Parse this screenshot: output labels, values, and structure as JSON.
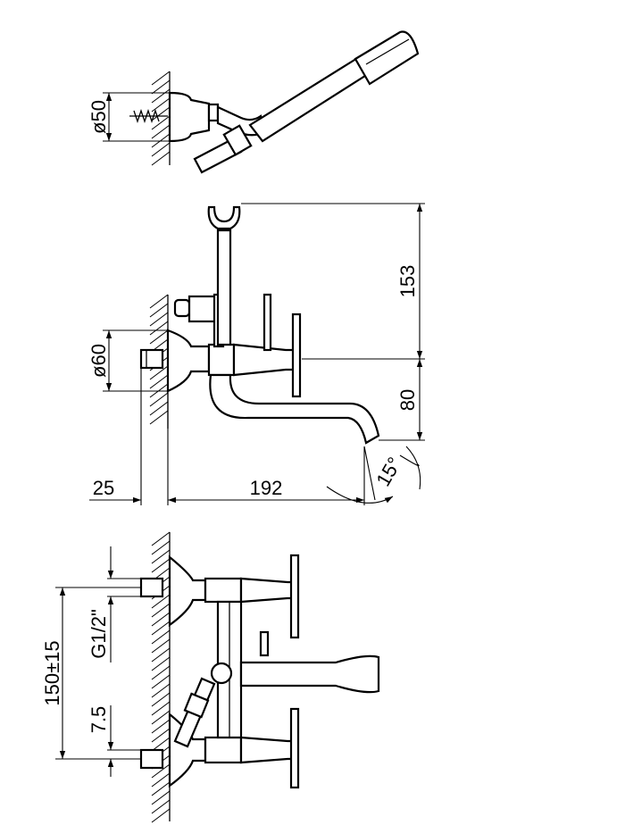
{
  "views": {
    "top": {
      "dims": {
        "diameter_shower": "ø50"
      }
    },
    "side": {
      "dims": {
        "height_upper": "153",
        "height_lower": "80",
        "diameter_rosette": "ø60",
        "wall_offset": "25",
        "projection": "192",
        "spout_angle": "15°"
      }
    },
    "front": {
      "dims": {
        "centers": "150±15",
        "thread": "G1/2\"",
        "eccentric": "7.5"
      }
    }
  }
}
